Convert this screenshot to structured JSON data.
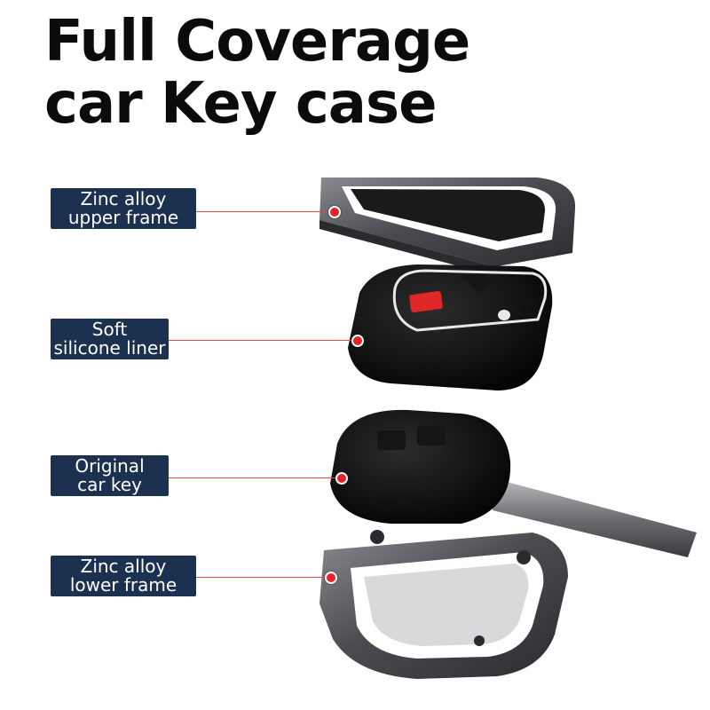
{
  "headline": {
    "line1": "Full Coverage",
    "line2": "car Key case"
  },
  "parts": [
    {
      "line1": "Zinc alloy",
      "line2": "upper frame"
    },
    {
      "line1": "Soft",
      "line2": "silicone liner"
    },
    {
      "line1": "Original",
      "line2": "car key"
    },
    {
      "line1": "Zinc alloy",
      "line2": "lower frame"
    }
  ],
  "colors": {
    "label_bg": "#1c3150",
    "leader": "#e24a4a",
    "marker": "#e2252b",
    "metal": "#4a4b4f",
    "silicone": "#0c0c0c",
    "accent_button": "#e02727"
  }
}
